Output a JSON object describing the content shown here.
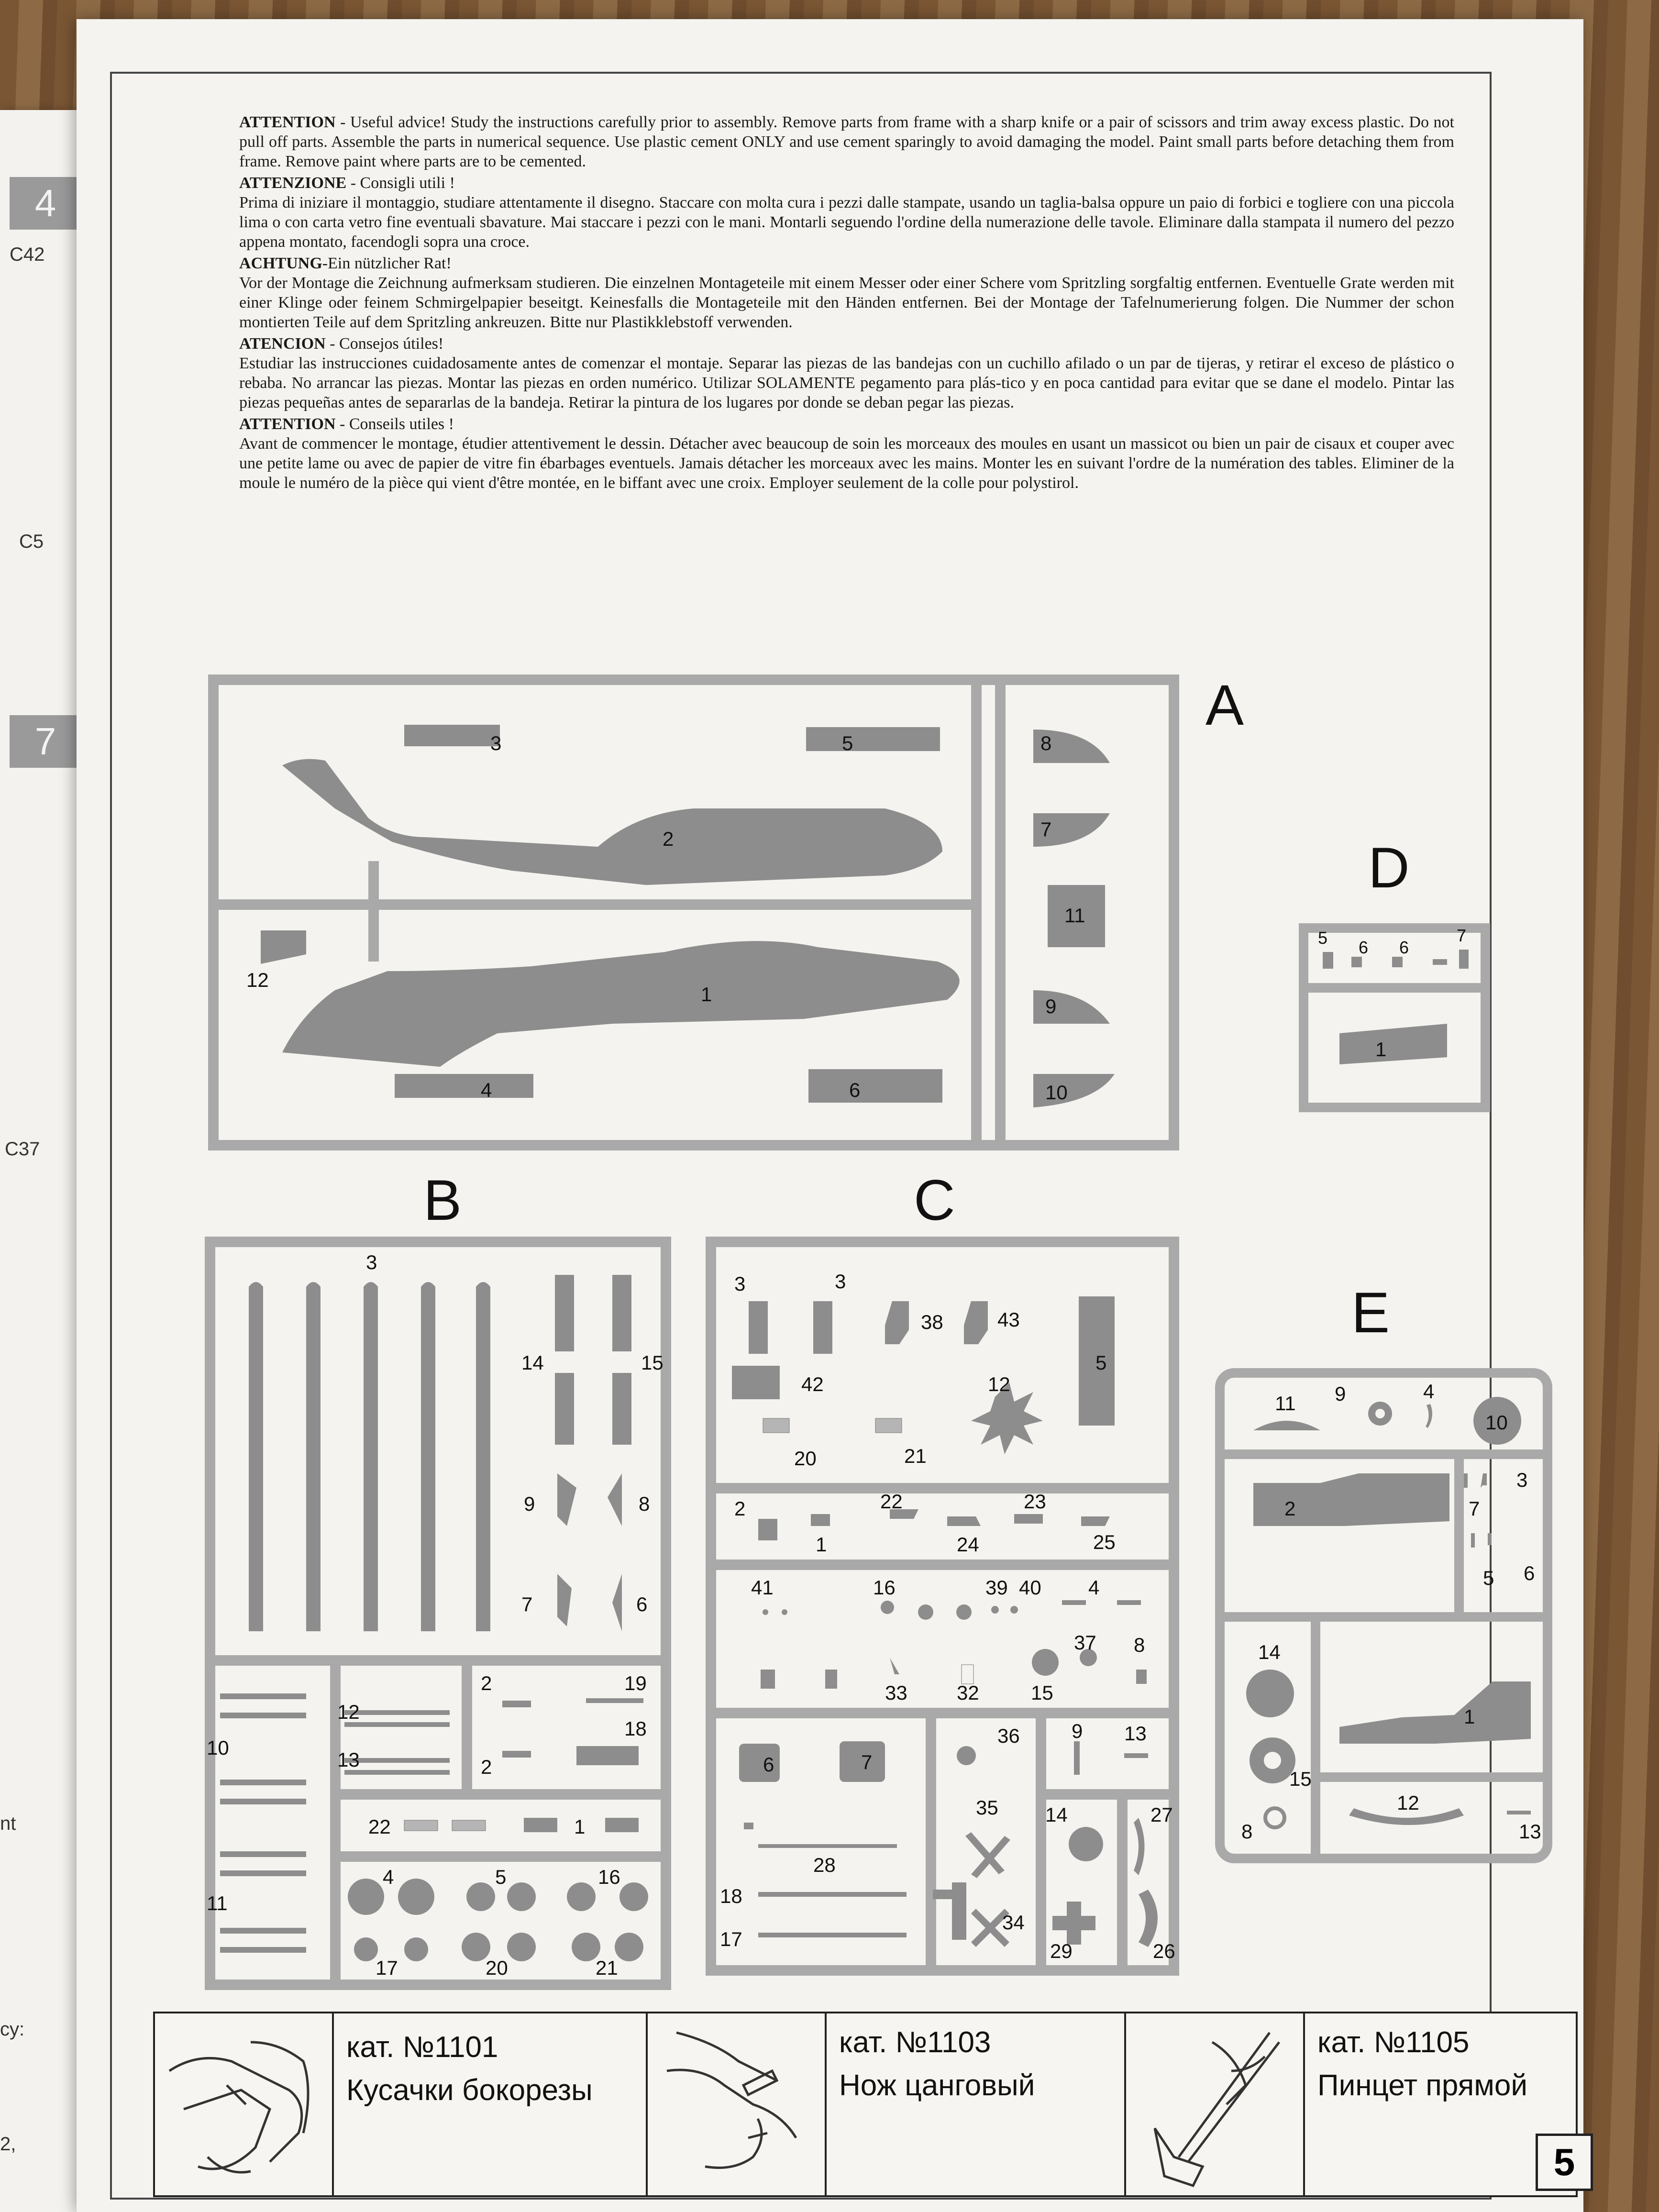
{
  "instructions": [
    {
      "heading": "ATTENTION",
      "sub": " - Useful advice!",
      "text": " Study the instructions carefully prior to assembly. Remove parts from frame with a sharp knife or a pair of scissors and trim away excess plastic. Do not pull off parts. Assemble the parts in numerical sequence. Use plastic cement ONLY and use cement sparingly to avoid damaging the model. Paint small parts before detaching them from frame. Remove paint where parts are to be cemented."
    },
    {
      "heading": "ATTENZIONE",
      "sub": " - Consigli utili !",
      "text": "Prima di iniziare il montaggio, studiare attentamente il disegno. Staccare con molta cura i pezzi dalle stampate, usando un taglia-balsa oppure un paio di forbici e togliere con una piccola lima o con carta vetro fine eventuali sbavature. Mai staccare i pezzi con le mani. Montarli seguendo l'ordine della numerazione delle tavole. Eliminare dalla stampata il numero del pezzo appena montato, facendogli sopra una croce."
    },
    {
      "heading": "ACHTUNG",
      "sub": "-Ein nützlicher Rat!",
      "text": "Vor der Montage die Zeichnung aufmerksam studieren. Die einzelnen Montageteile mit einem Messer oder einer Schere vom Spritzling sorgfaltig entfernen. Eventuelle Grate werden mit einer Klinge oder feinem Schmirgelpapier beseitgt. Keinesfalls die Montageteile mit den Händen entfernen. Bei der Montage der Tafelnumerierung folgen. Die Nummer der schon montierten Teile auf dem Spritzling ankreuzen. Bitte nur Plastikklebstoff verwenden."
    },
    {
      "heading": "ATENCION",
      "sub": " - Consejos útiles!",
      "text": "Estudiar las instrucciones cuidadosamente antes de comenzar el montaje. Separar las piezas de las bandejas con un cuchillo afilado o un par de tijeras, y retirar el exceso de plástico o rebaba. No arrancar las piezas. Montar las piezas en orden numérico. Utilizar SOLAMENTE pegamento para plás-tico y en poca cantidad para evitar que se dane el modelo. Pintar las piezas pequeñas antes de separarlas de la bandeja. Retirar la pintura de los lugares por donde se deban pegar las piezas."
    },
    {
      "heading": "ATTENTION",
      "sub": " - Conseils utiles !",
      "text": "Avant de commencer le montage, étudier attentivement le dessin. Détacher avec beaucoup de soin les morceaux des moules en usant un massicot ou bien un pair de cisaux et couper avec une petite lame ou avec de papier de vitre fin ébarbages eventuels. Jamais détacher les morceaux avec les mains. Monter les en suivant l'ordre de la numération des tables. Eliminer de la moule le numéro de la pièce qui vient d'être montée, en le biffant avec une croix. Employer seulement de la colle pour polystirol."
    }
  ],
  "sprues": {
    "A": {
      "label": "A",
      "parts": [
        "3",
        "5",
        "8",
        "2",
        "7",
        "11",
        "12",
        "1",
        "9",
        "4",
        "6",
        "10"
      ]
    },
    "B": {
      "label": "B",
      "parts": [
        "3",
        "14",
        "15",
        "9",
        "8",
        "7",
        "6",
        "10",
        "12",
        "13",
        "2",
        "19",
        "18",
        "2",
        "22",
        "1",
        "11",
        "4",
        "5",
        "16",
        "17",
        "20",
        "21"
      ]
    },
    "C": {
      "label": "C",
      "parts": [
        "3",
        "3",
        "38",
        "43",
        "5",
        "42",
        "12",
        "20",
        "21",
        "2",
        "1",
        "22",
        "24",
        "23",
        "25",
        "41",
        "16",
        "39",
        "40",
        "4",
        "37",
        "8",
        "33",
        "32",
        "15",
        "6",
        "7",
        "36",
        "9",
        "13",
        "35",
        "14",
        "27",
        "28",
        "18",
        "17",
        "34",
        "29",
        "26"
      ]
    },
    "D": {
      "label": "D",
      "parts": [
        "5",
        "6",
        "6",
        "7",
        "1"
      ]
    },
    "E": {
      "label": "E",
      "parts": [
        "11",
        "9",
        "4",
        "10",
        "2",
        "7",
        "3",
        "5",
        "6",
        "14",
        "1",
        "15",
        "12",
        "8",
        "13"
      ]
    }
  },
  "tools": [
    {
      "cat": "кат. №1101",
      "name": "Кусачки бокорезы",
      "icon": "side-cutters-icon"
    },
    {
      "cat": "кат. №1103",
      "name": "Нож цанговый",
      "icon": "hobby-knife-icon"
    },
    {
      "cat": "кат. №1105",
      "name": "Пинцет прямой",
      "icon": "tweezers-icon"
    }
  ],
  "page_number": "5",
  "prev_page": {
    "step_a": "4",
    "step_b": "7",
    "labels": [
      "C42",
      "C5",
      "C37",
      "nt",
      "cy:",
      "2,"
    ]
  }
}
